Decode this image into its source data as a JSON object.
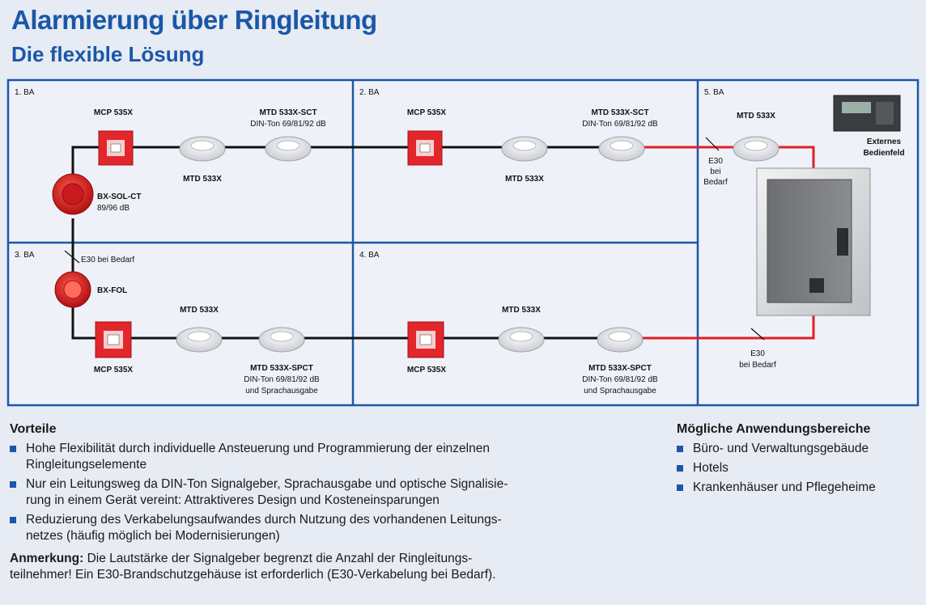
{
  "title": "Alarmierung über Ringleitung",
  "subtitle": "Die flexible Lösung",
  "diagram": {
    "zones": [
      "1. BA",
      "2. BA",
      "3. BA",
      "4. BA",
      "5. BA"
    ],
    "labels": {
      "mcp": "MCP 535X",
      "mtd": "MTD 533X",
      "sct": "MTD 533X-SCT",
      "din": "DIN-Ton 69/81/92 dB",
      "spct": "MTD 533X-SPCT",
      "sprach": "und Sprachausgabe",
      "sol": "BX-SOL-CT",
      "sol_db": "89/96 dB",
      "fol": "BX-FOL",
      "e30_bedarf": "E30 bei Bedarf",
      "e30": "E30",
      "bei": "bei",
      "bedarf": "Bedarf",
      "ext1": "Externes",
      "ext2": "Bedienfeld"
    }
  },
  "vorteile": {
    "heading": "Vorteile",
    "items": [
      {
        "line1": "Hohe Flexibilität durch individuelle Ansteuerung und Programmierung der einzelnen",
        "line2": "Ringleitungselemente"
      },
      {
        "line1": "Nur ein Leitungsweg da DIN-Ton Signalgeber, Sprachausgabe und optische Signalisie-",
        "line2": "rung in einem Gerät vereint: Attraktiveres Design und Kosteneinsparungen"
      },
      {
        "line1": "Reduzierung des Verkabelungsaufwandes durch Nutzung des vorhandenen Leitungs-",
        "line2": "netzes (häufig möglich bei Modernisierungen)"
      }
    ],
    "note_label": "Anmerkung:",
    "note_line1": " Die Lautstärke der Signalgeber begrenzt die Anzahl der Ringleitungs-",
    "note_line2": "teilnehmer! Ein E30-Brandschutzgehäuse ist erforderlich (E30-Verkabelung bei Bedarf)."
  },
  "anwendung": {
    "heading": "Mögliche Anwendungsbereiche",
    "items": [
      "Büro- und Verwaltungsgebäude",
      "Hotels",
      "Krankenhäuser und Pflegeheime"
    ]
  },
  "colors": {
    "brand_blue": "#1b57a8",
    "ring_black": "#111111",
    "ring_red": "#e11e26",
    "device_red": "#e3262c"
  }
}
